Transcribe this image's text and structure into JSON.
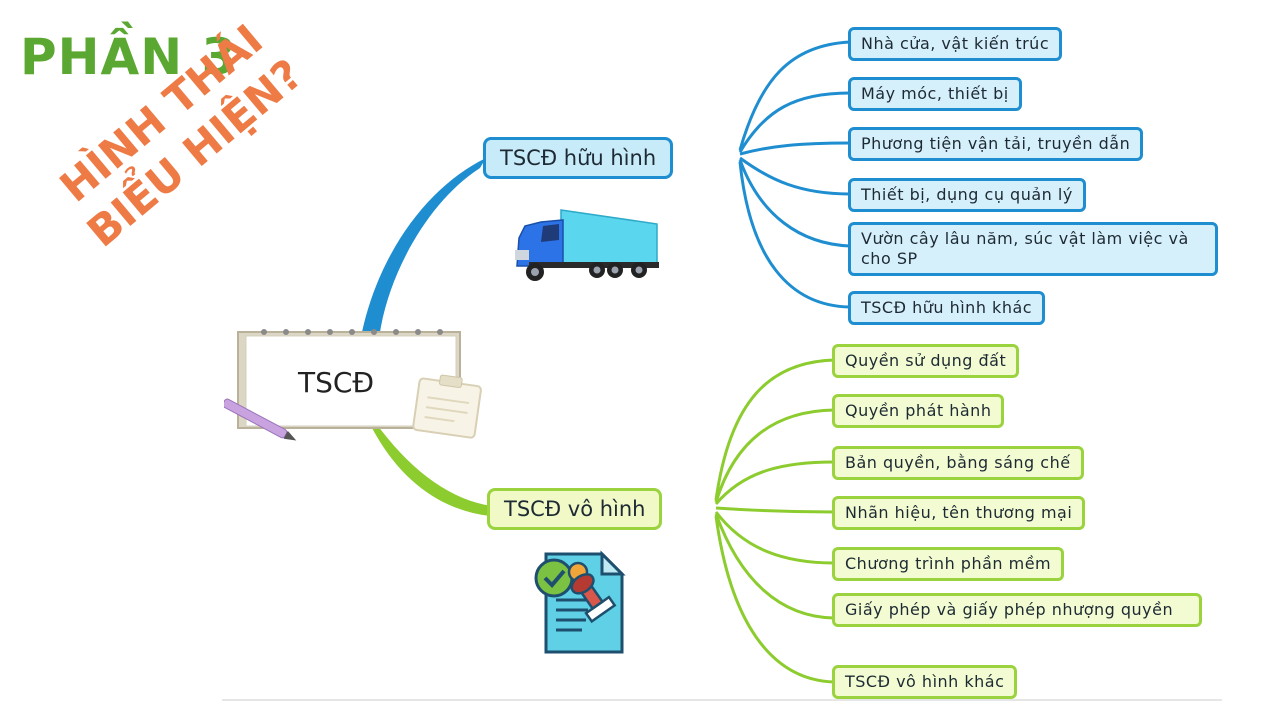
{
  "slide": {
    "part_title": "PHẦN 3",
    "question_line1": "HÌNH THÁI",
    "question_line2": "BIỂU HIỆN?"
  },
  "mindmap": {
    "root": "TSCĐ",
    "tangible": {
      "label": "TSCĐ hữu hình",
      "items": [
        "Nhà cửa, vật kiến trúc",
        "Máy móc, thiết bị",
        "Phương tiện vận tải, truyền dẫn",
        "Thiết bị, dụng cụ quản lý",
        "Vườn cây lâu năm, súc vật làm việc và cho SP",
        "TSCĐ hữu hình khác"
      ]
    },
    "intangible": {
      "label": "TSCĐ vô hình",
      "items": [
        "Quyền sử dụng đất",
        "Quyền phát hành",
        "Bản quyền, bằng sáng chế",
        "Nhãn hiệu, tên thương mại",
        "Chương trình phần mềm",
        "Giấy phép và giấy phép nhượng quyền",
        "TSCĐ vô hình khác"
      ]
    }
  },
  "colors": {
    "title_green": "#5aa832",
    "question_orange": "#ee7b45",
    "branch_blue": "#1f8ed1",
    "branch_green": "#9bd33e"
  },
  "icons": {
    "tangible": "truck-icon",
    "intangible": "certificate-document-icon",
    "root": "notepad-icon"
  }
}
